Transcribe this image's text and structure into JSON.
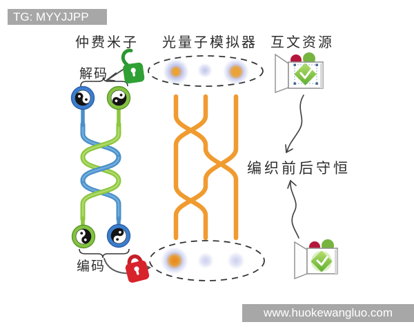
{
  "watermarks": {
    "top": "TG: MYYJJPP",
    "bottom": "www.huokewangluo.com"
  },
  "headers": {
    "left": "仲费米子",
    "middle": "光量子模拟器",
    "right": "互文资源"
  },
  "labels": {
    "decode": "解码",
    "encode": "编码",
    "conservation": "编织前后守恒"
  },
  "icons": {
    "decode_lock": "green-open-padlock",
    "encode_lock": "red-closed-padlock",
    "top_resource": "open-box-with-green-check-diamond",
    "bottom_resource": "open-box-with-green-check-diamond",
    "particles": "yin-yang-sphere-pairs"
  },
  "colors": {
    "banner_gray": "#a7a7a7",
    "strand_blue": "#4a8fc9",
    "strand_green": "#8cc63e",
    "waveguide_orange": "#f09b30",
    "lock_green": "#2fa034",
    "lock_red": "#d8232c",
    "diamond_green": "#79c043",
    "dot_orange": "#eda22f",
    "dot_blue": "#98a0dd",
    "text_dark": "#2d2d2d"
  }
}
